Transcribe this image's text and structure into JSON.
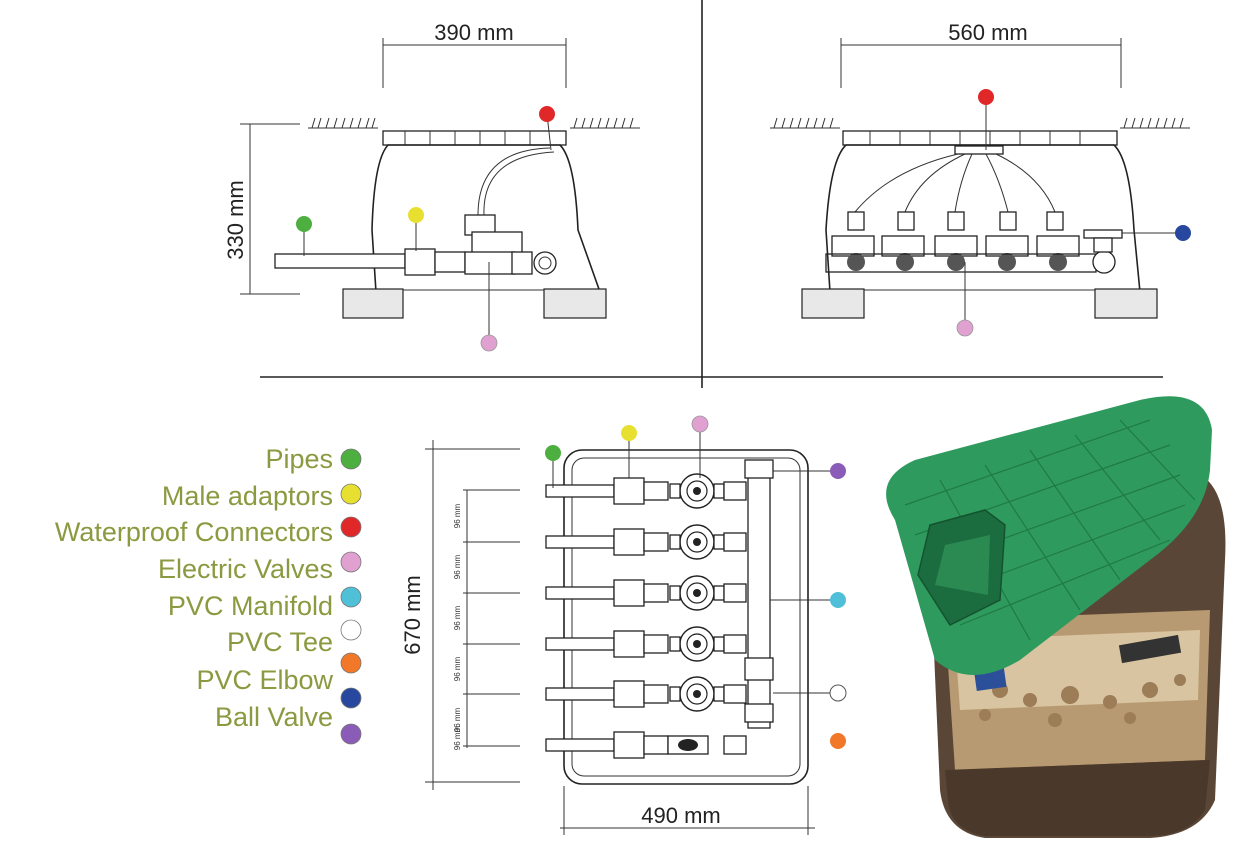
{
  "dimensions": {
    "side_width": "390 mm",
    "front_width": "560 mm",
    "height": "330 mm",
    "top_length": "670 mm",
    "top_width": "490 mm",
    "spacing": "96 mm"
  },
  "legend": [
    {
      "label": "Pipes",
      "color": "#4caf3f"
    },
    {
      "label": "Male adaptors",
      "color": "#e8e030"
    },
    {
      "label": "Waterproof Connectors",
      "color": "#e02828"
    },
    {
      "label": "Electric Valves",
      "color": "#e0a0d0"
    },
    {
      "label": "PVC Manifold",
      "color": "#50c0d8"
    },
    {
      "label": "PVC  Tee",
      "color": "#ffffff"
    },
    {
      "label": "PVC Elbow",
      "color": "#f07828"
    },
    {
      "label": "Ball Valve",
      "color": "#2848a0"
    },
    {
      "label": "",
      "color": "#8a5cb8"
    }
  ],
  "colors": {
    "lid_green": "#2f9a5e",
    "box_brown": "#5a4636"
  }
}
